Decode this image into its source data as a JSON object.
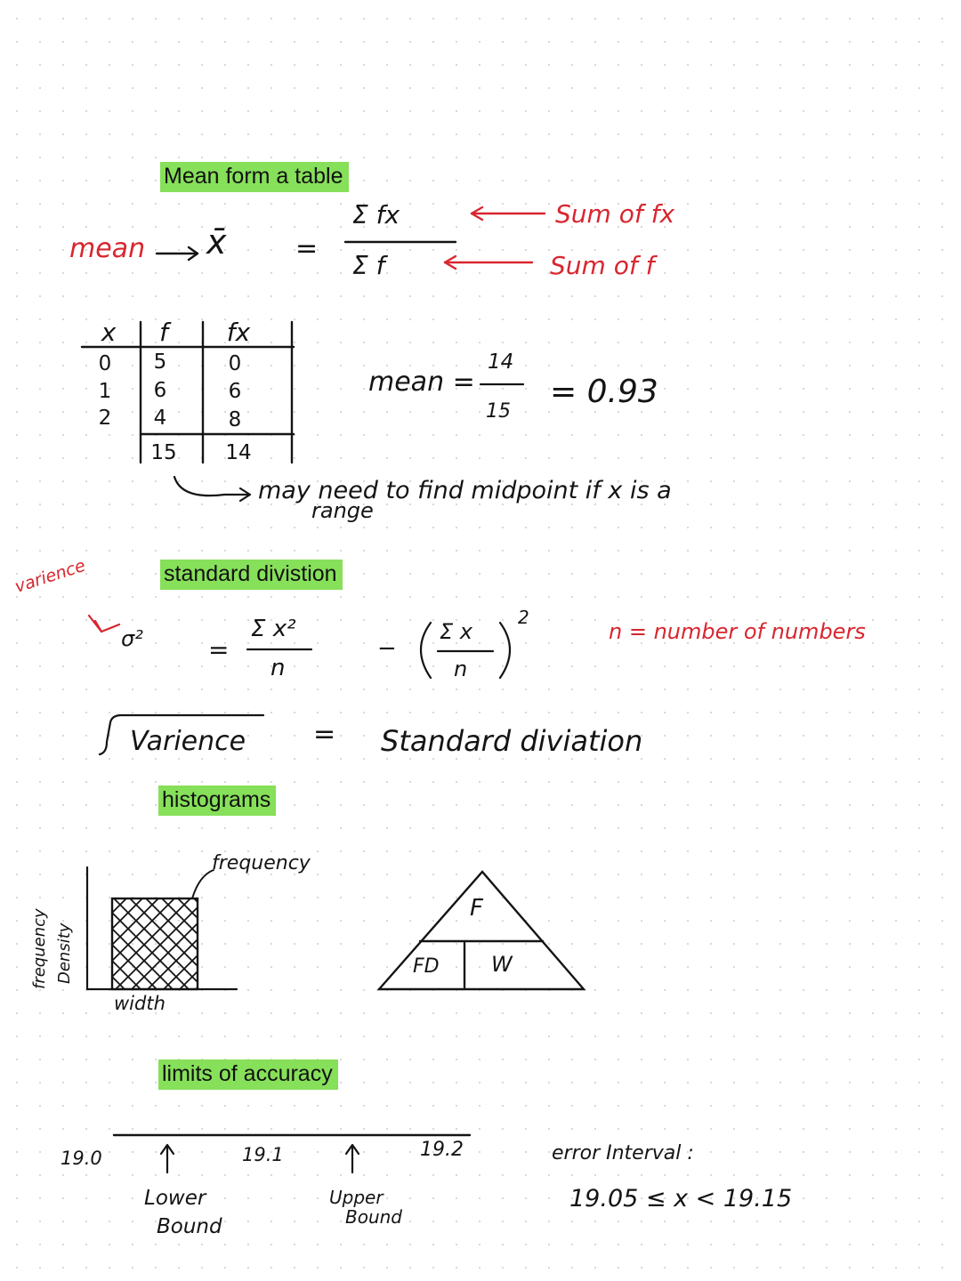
{
  "colors": {
    "highlight": "#86e05a",
    "ink": "#141414",
    "annotation": "#d8262f"
  },
  "section1": {
    "heading": "Mean form a table",
    "mean_label": "mean",
    "xbar": "x̄",
    "equals": "=",
    "numerator": "Σ fx",
    "denominator": "Σ f",
    "note_numerator": "Sum of fx",
    "note_denominator": "Sum of f"
  },
  "table": {
    "headers": [
      "x",
      "f",
      "fx"
    ],
    "rows": [
      [
        "0",
        "5",
        "0"
      ],
      [
        "1",
        "6",
        "6"
      ],
      [
        "2",
        "4",
        "8"
      ]
    ],
    "totals": [
      "",
      "15",
      "14"
    ]
  },
  "calc": {
    "label": "mean =",
    "numerator": "14",
    "denominator": "15",
    "result": "= 0.93"
  },
  "midpoint_note": {
    "line1": "may need to find midpoint if x is a",
    "line2": "range"
  },
  "section2": {
    "heading": "standard divistion",
    "side_label": "varience",
    "sigma": "σ²",
    "equals": "=",
    "term1_num": "Σ x²",
    "term1_den": "n",
    "minus": "−",
    "term2_num": "Σ x",
    "term2_den": "n",
    "exponent": "2",
    "n_note": "n = number of numbers",
    "root_word": "Varience",
    "root_equals": "=",
    "std_label": "Standard diviation"
  },
  "section3": {
    "heading": "histograms",
    "y_label_1": "frequency",
    "y_label_2": "Density",
    "bar_label": "frequency",
    "x_label": "width",
    "triangle_top": "F",
    "triangle_left": "FD",
    "triangle_right": "W"
  },
  "section4": {
    "heading": "limits of accuracy",
    "tick_labels": [
      "19.0",
      "19.1",
      "19.2"
    ],
    "lower": [
      "Lower",
      "Bound"
    ],
    "upper": [
      "Upper",
      "Bound"
    ],
    "error_label": "error Interval :",
    "error_value": "19.05 ≤ x < 19.15"
  }
}
